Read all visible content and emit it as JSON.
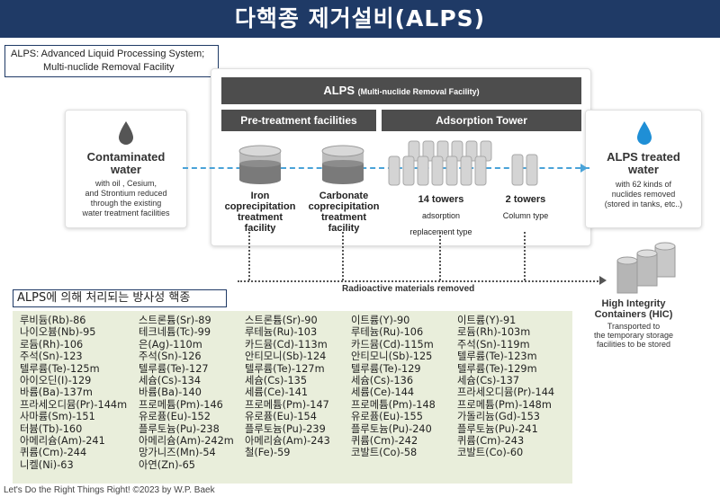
{
  "title": "다핵종 제거설비(ALPS)",
  "alps_definition": {
    "line1": "ALPS: Advanced Liquid Processing System;",
    "line2": "Multi-nuclide Removal Facility"
  },
  "colors": {
    "title_bar": "#1f3a66",
    "dark_bar": "#4d4d4d",
    "flow_line": "#4aa3d8",
    "nuclide_background": "#e9eedb"
  },
  "process": {
    "alps_bar": {
      "label": "ALPS",
      "sublabel": "(Multi-nuclide Removal Facility)"
    },
    "pre_treatment_label": "Pre-treatment facilities",
    "adsorption_label": "Adsorption Tower",
    "contaminated": {
      "icon": "water-drop-icon",
      "title_line1": "Contaminated",
      "title_line2": "water",
      "desc_line1": "with oil , Cesium,",
      "desc_line2": "and Strontium reduced",
      "desc_line3": "through the existing",
      "desc_line4": "water treatment facilities"
    },
    "iron": {
      "line1": "Iron",
      "line2": "coprecipitation",
      "line3": "treatment",
      "line4": "facility"
    },
    "carbonate": {
      "line1": "Carbonate",
      "line2": "coprecipitation",
      "line3": "treatment",
      "line4": "facility"
    },
    "towers14": {
      "title": "14 towers",
      "sub1": "adsorption",
      "sub2": "replacement type"
    },
    "towers2": {
      "title": "2 towers",
      "sub1": "Column type"
    },
    "treated": {
      "icon": "water-drop-icon",
      "title_line1": "ALPS treated",
      "title_line2": "water",
      "desc_line1": "with 62 kinds of",
      "desc_line2": "nuclides removed",
      "desc_line3": "(stored in tanks, etc..)"
    },
    "radioactive_label": "Radioactive materials removed",
    "hic": {
      "title_line1": "High Integrity",
      "title_line2": "Containers (HIC)",
      "desc_line1": "Transported to",
      "desc_line2": "the temporary storage",
      "desc_line3": "facilities  to be stored"
    }
  },
  "nuclides": {
    "heading": "ALPS에 의해 처리되는 방사성 핵종",
    "columns": [
      [
        "루비듐(Rb)-86",
        "나이오븀(Nb)-95",
        "로듐(Rh)-106",
        "주석(Sn)-123",
        "텔루륨(Te)-125m",
        "아이오딘(I)-129",
        "바륨(Ba)-137m",
        "프라세오디뮴(Pr)-144m",
        "사마륨(Sm)-151",
        "터븀(Tb)-160",
        "아메리슘(Am)-241",
        "퀴륨(Cm)-244",
        "니켈(Ni)-63"
      ],
      [
        "스트론튬(Sr)-89",
        "테크네튬(Tc)-99",
        "은(Ag)-110m",
        "주석(Sn)-126",
        "텔루륨(Te)-127",
        "세슘(Cs)-134",
        "바륨(Ba)-140",
        "프로메튬(Pm)-146",
        "유로퓸(Eu)-152",
        "플루토늄(Pu)-238",
        "아메리슘(Am)-242m",
        "망가니즈(Mn)-54",
        "아연(Zn)-65"
      ],
      [
        "스트론튬(Sr)-90",
        "루테늄(Ru)-103",
        "카드뮴(Cd)-113m",
        "안티모니(Sb)-124",
        "텔루륨(Te)-127m",
        "세슘(Cs)-135",
        "세륨(Ce)-141",
        "프로메튬(Pm)-147",
        "유로퓸(Eu)-154",
        "플루토늄(Pu)-239",
        "아메리슘(Am)-243",
        "철(Fe)-59"
      ],
      [
        "이트륨(Y)-90",
        "루테늄(Ru)-106",
        "카드뮴(Cd)-115m",
        "안티모니(Sb)-125",
        "텔루륨(Te)-129",
        "세슘(Cs)-136",
        "세륨(Ce)-144",
        "프로메튬(Pm)-148",
        "유로퓸(Eu)-155",
        "플루토늄(Pu)-240",
        "퀴륨(Cm)-242",
        "코발트(Co)-58"
      ],
      [
        "이트륨(Y)-91",
        "로듐(Rh)-103m",
        "주석(Sn)-119m",
        "텔루륨(Te)-123m",
        "텔루륨(Te)-129m",
        "세슘(Cs)-137",
        "프라세오디뮴(Pr)-144",
        "프로메튬(Pm)-148m",
        "가돌리늄(Gd)-153",
        "플루토늄(Pu)-241",
        "퀴륨(Cm)-243",
        "코발트(Co)-60"
      ]
    ]
  },
  "footer": "Let's Do the Right Things Right! ©2023 by W.P. Baek"
}
